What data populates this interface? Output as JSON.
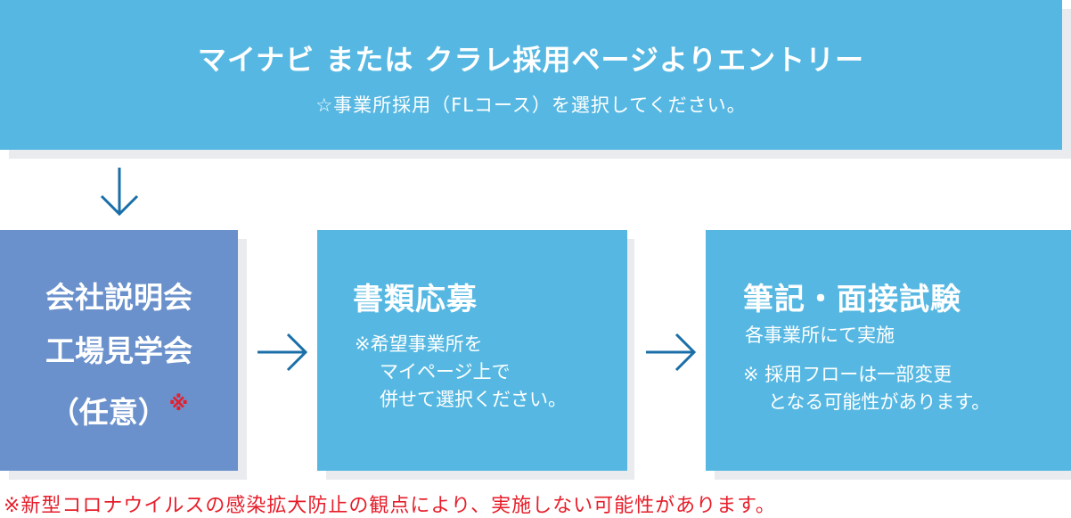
{
  "banner": {
    "title": "マイナビ または クラレ採用ページよりエントリー",
    "note": "☆事業所採用（FLコース）を選択してください。"
  },
  "step1": {
    "line1": "会社説明会",
    "line2": "工場見学会",
    "line3": "（任意）",
    "mark": "※"
  },
  "step2": {
    "title": "書類応募",
    "note_line1": "※希望事業所を",
    "note_line2": "マイページ上で",
    "note_line3": "併せて選択ください。"
  },
  "step3": {
    "title": "筆記・面接試験",
    "subtitle": "各事業所にて実施",
    "note_line1": "※ 採用フローは一部変更",
    "note_line2": "となる可能性があります。"
  },
  "footnote": "※新型コロナウイルスの感染拡大防止の観点により、実施しない可能性があります。",
  "colors": {
    "light_blue": "#56b8e2",
    "medium_blue": "#6a91cc",
    "arrow_blue": "#1a6fa8",
    "red": "#e61e2a",
    "shadow": "#e9ebee"
  },
  "icons": [
    "arrow-down-icon",
    "arrow-right-icon"
  ]
}
